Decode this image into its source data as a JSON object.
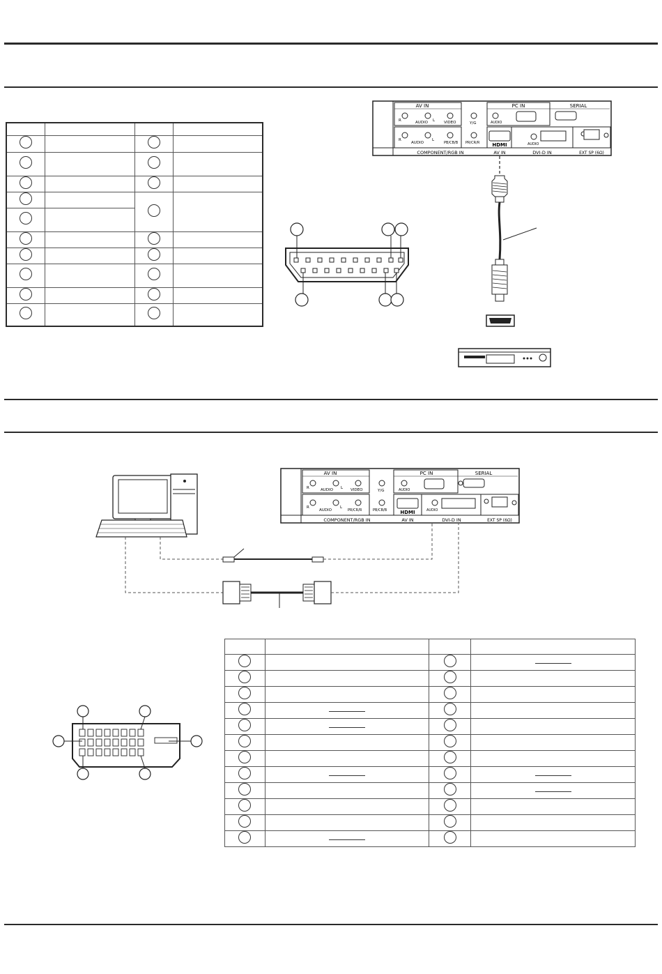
{
  "panel_top": {
    "group_labels": [
      "AV IN",
      "PC IN",
      "SERIAL"
    ],
    "row1_labels": [
      "R",
      "AUDIO",
      "L",
      "VIDEO",
      "Y/G",
      "AUDIO"
    ],
    "row2_labels": [
      "R",
      "AUDIO",
      "L",
      "PB/CB/B",
      "PR/CR/R",
      "AUDIO"
    ],
    "hdmi_logo": "HDMI",
    "bottom_labels": [
      "COMPONENT/RGB IN",
      "AV IN",
      "DVI-D IN",
      "EXT SP (6Ω)"
    ]
  },
  "panel_bottom": {
    "group_labels": [
      "AV IN",
      "PC IN",
      "SERIAL"
    ],
    "row1_labels": [
      "R",
      "AUDIO",
      "L",
      "VIDEO",
      "Y/G",
      "AUDIO"
    ],
    "row2_labels": [
      "R",
      "AUDIO",
      "L",
      "PR/CR/R",
      "PB/CB/B",
      "AUDIO"
    ],
    "hdmi_logo": "HDMI",
    "bottom_labels": [
      "COMPONENT/RGB IN",
      "AV IN",
      "DVI-D IN",
      "EXT SP (6Ω)"
    ]
  },
  "hdmi_pins_table": {
    "header": [
      "",
      "",
      "",
      ""
    ],
    "rows": 10
  },
  "dvi_pins_table": {
    "header": [
      "",
      "",
      "",
      ""
    ],
    "rows": 12
  }
}
